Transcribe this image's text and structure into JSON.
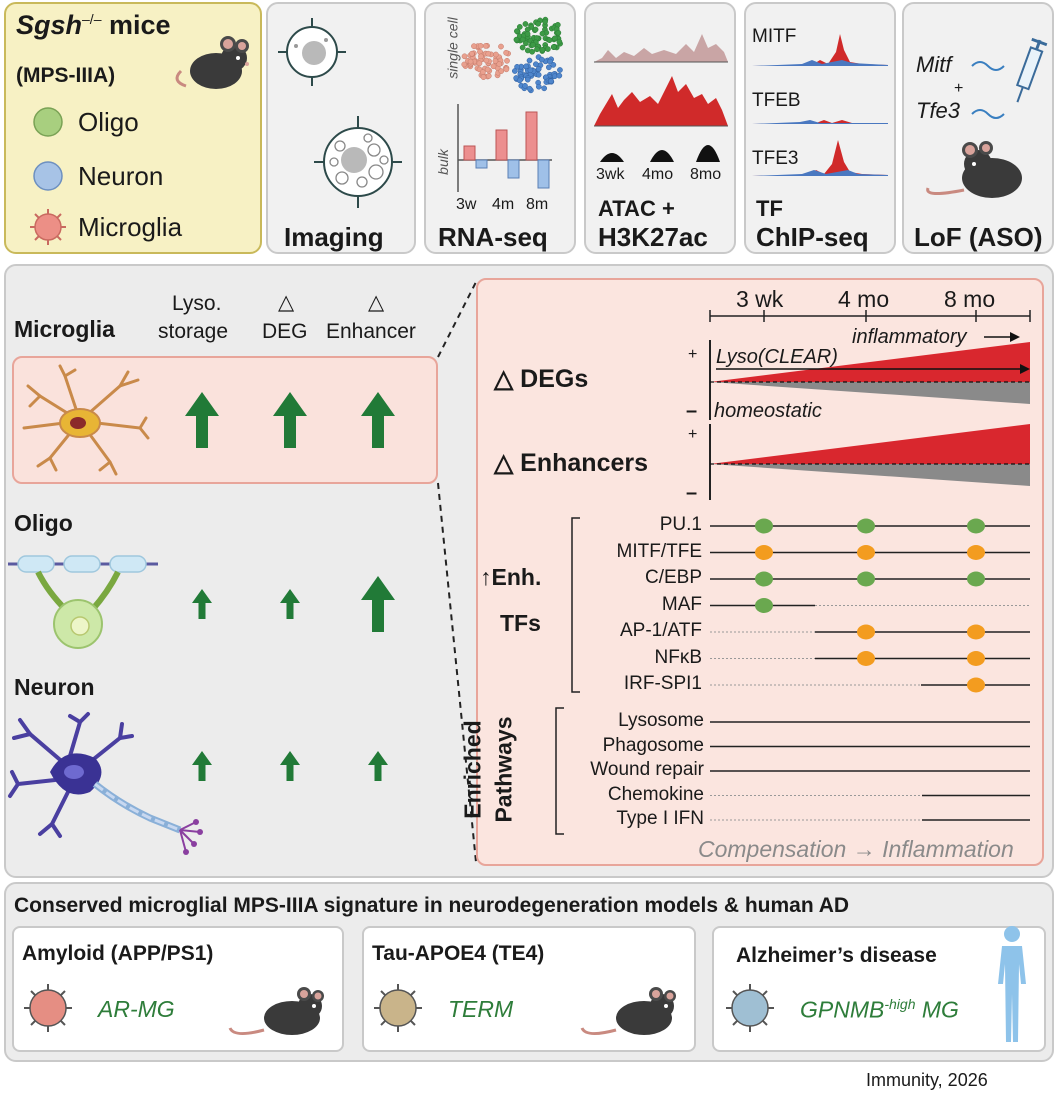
{
  "top": {
    "legend": {
      "title_gene": "Sgsh",
      "title_sup": "–/–",
      "title_rest": " mice",
      "subtitle": "(MPS-IIIA)",
      "cells": [
        {
          "label": "Oligo",
          "color": "#a8cf7f"
        },
        {
          "label": "Neuron",
          "color": "#a7c3e6"
        },
        {
          "label": "Microglia",
          "color": "#ec8f86"
        }
      ]
    },
    "methods": [
      {
        "label": "Imaging"
      },
      {
        "label": "RNA-seq",
        "single_cell": "single cell",
        "bulk": "bulk",
        "ticks": [
          "3w",
          "4m",
          "8m"
        ]
      },
      {
        "label_line1": "ATAC +",
        "label_line2": "H3K27ac",
        "ticks": [
          "3wk",
          "4mo",
          "8mo"
        ]
      },
      {
        "label_line1": "TF",
        "label_line2": "ChIP-seq",
        "tracks": [
          "MITF",
          "TFEB",
          "TFE3"
        ]
      },
      {
        "label": "LoF (ASO)",
        "gene1": "Mitf",
        "plus": "+",
        "gene2": "Tfe3"
      }
    ]
  },
  "cells": {
    "columns": [
      "Lyso.",
      "storage",
      "△",
      "DEG",
      "△",
      "Enhancer"
    ],
    "rows": [
      {
        "label": "Microglia",
        "levels": [
          1,
          1,
          1
        ]
      },
      {
        "label": "Oligo",
        "levels": [
          0.5,
          0.5,
          1
        ]
      },
      {
        "label": "Neuron",
        "levels": [
          0.5,
          0.5,
          0.5
        ]
      }
    ]
  },
  "timeline": {
    "ticks": [
      "3 wk",
      "4 mo",
      "8 mo"
    ],
    "degs_label": "△ DEGs",
    "enh_label": "△ Enhancers",
    "plus": "+",
    "minus": "–",
    "inflammatory": "inflammatory",
    "lyso_clear": "Lyso(CLEAR)",
    "homeostatic": "homeostatic",
    "up_color": "#d9272e",
    "down_color": "#8a8a8a",
    "tf_title1": "↑Enh.",
    "tf_title2": "TFs",
    "tfs": [
      {
        "name": "PU.1",
        "dots": [
          1,
          1,
          1
        ],
        "color": "#6aa84f"
      },
      {
        "name": "MITF/TFE",
        "dots": [
          1,
          1,
          1
        ],
        "color": "#f39c1f"
      },
      {
        "name": "C/EBP",
        "dots": [
          1,
          1,
          1
        ],
        "color": "#6aa84f"
      },
      {
        "name": "MAF",
        "dots": [
          1,
          0,
          0
        ],
        "color": "#6aa84f"
      },
      {
        "name": "AP-1/ATF",
        "dots": [
          0,
          1,
          1
        ],
        "color": "#f39c1f"
      },
      {
        "name": "NFκB",
        "dots": [
          0,
          1,
          1
        ],
        "color": "#f39c1f"
      },
      {
        "name": "IRF-SPI1",
        "dots": [
          0,
          0,
          1
        ],
        "color": "#f39c1f"
      }
    ],
    "pathway_title1": "Enriched",
    "pathway_title2": "Pathways",
    "pathways": [
      "Lysosome",
      "Phagosome",
      "Wound repair",
      "Chemokine",
      "Type I IFN"
    ],
    "footer_a": "Compensation",
    "footer_arrow": "→",
    "footer_b": "Inflammation"
  },
  "bottom": {
    "title": "Conserved microglial MPS-IIIA signature in neurodegeneration models & human AD",
    "boxes": [
      {
        "title": "Amyloid (APP/PS1)",
        "sig": "AR-MG",
        "color": "#e58e83"
      },
      {
        "title": "Tau-APOE4 (TE4)",
        "sig": "TERM",
        "color": "#c9b48a"
      },
      {
        "title": "Alzheimer’s disease",
        "sig_a": "GPNMB",
        "sig_sup": "-high",
        "sig_b": " MG",
        "color": "#9fbfd3"
      }
    ]
  },
  "citation": "Immunity, 2026"
}
